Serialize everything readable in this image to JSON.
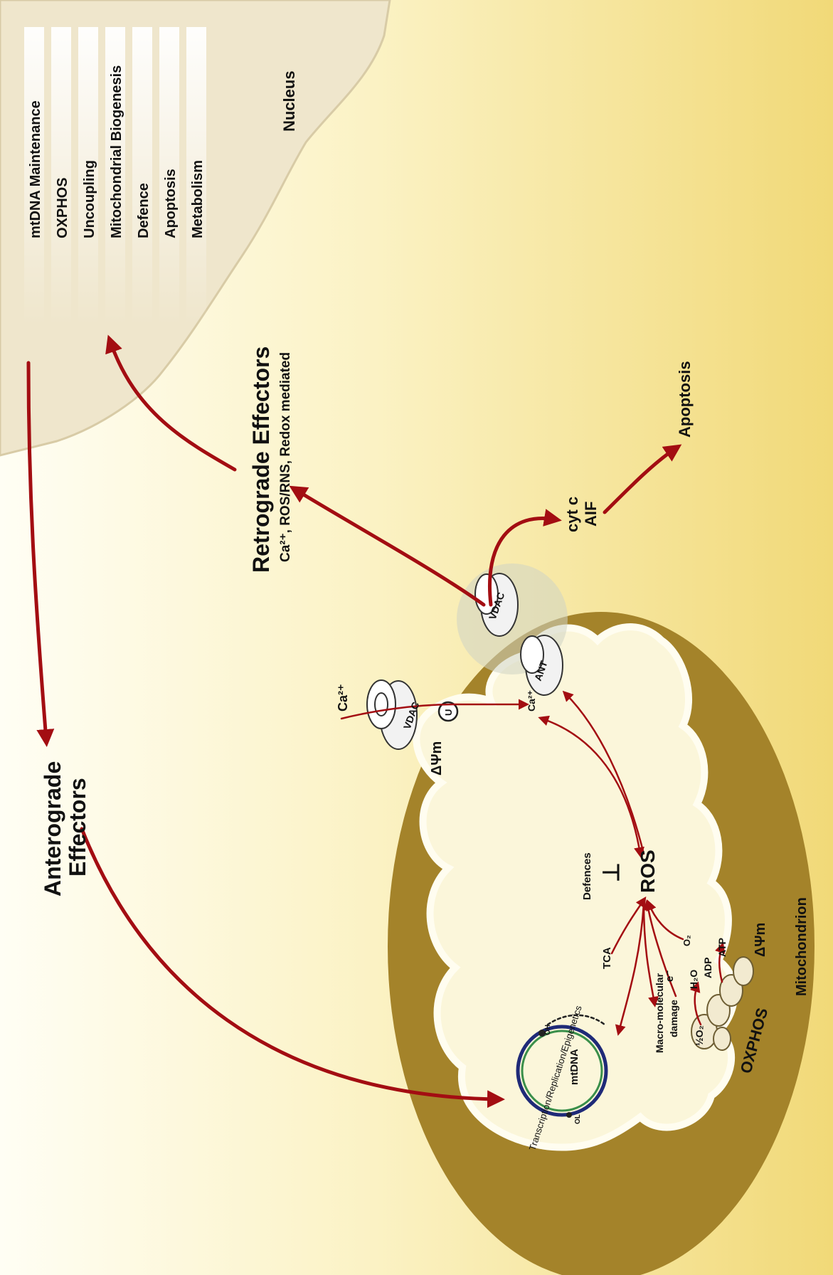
{
  "nucleus": {
    "label": "Nucleus",
    "gene_categories": [
      "mtDNA Maintenance",
      "OXPHOS",
      "Uncoupling",
      "Mitochondrial Biogenesis",
      "Defence",
      "Apoptosis",
      "Metabolism"
    ]
  },
  "anterograde": {
    "line1": "Anterograde",
    "line2": "Effectors"
  },
  "retrograde": {
    "title": "Retrograde Effectors",
    "subtitle": "Ca²⁺, ROS/RNS, Redox mediated"
  },
  "apoptosis_release": {
    "cytc": "cyt c",
    "aif": "AIF",
    "outcome": "Apoptosis"
  },
  "channels": {
    "vdac": "VDAC",
    "ant": "ANT",
    "uniporter": "U"
  },
  "ions": {
    "ca_out": "Ca²⁺",
    "ca_in": "Ca²⁺"
  },
  "membrane_potential": "ΔΨm",
  "matrix": {
    "ros": "ROS",
    "defences": "Defences",
    "inhibit": "⊥",
    "tca": "TCA",
    "electron": "e⁻",
    "o2": "O₂",
    "macro_line1": "Macro-molecular",
    "macro_line2": "damage",
    "half_o2": "½O₂",
    "h2o": "H₂O",
    "adp": "ADP",
    "atp": "ATP",
    "oxphos": "OXPHOS",
    "mtdna": "mtDNA",
    "transcription": "Transcription/Replication/Epigenetics",
    "oh": "OH",
    "ol": "OL"
  },
  "mitochondrion_label": "Mitochondrion",
  "colors": {
    "arrow": "#a30d12",
    "mito_outer": "#a4832a",
    "mito_inner": "#fbf6da",
    "nucleus": "#efe6cc",
    "dna_outer": "#1f2a78",
    "dna_inner": "#3a8f4a"
  }
}
